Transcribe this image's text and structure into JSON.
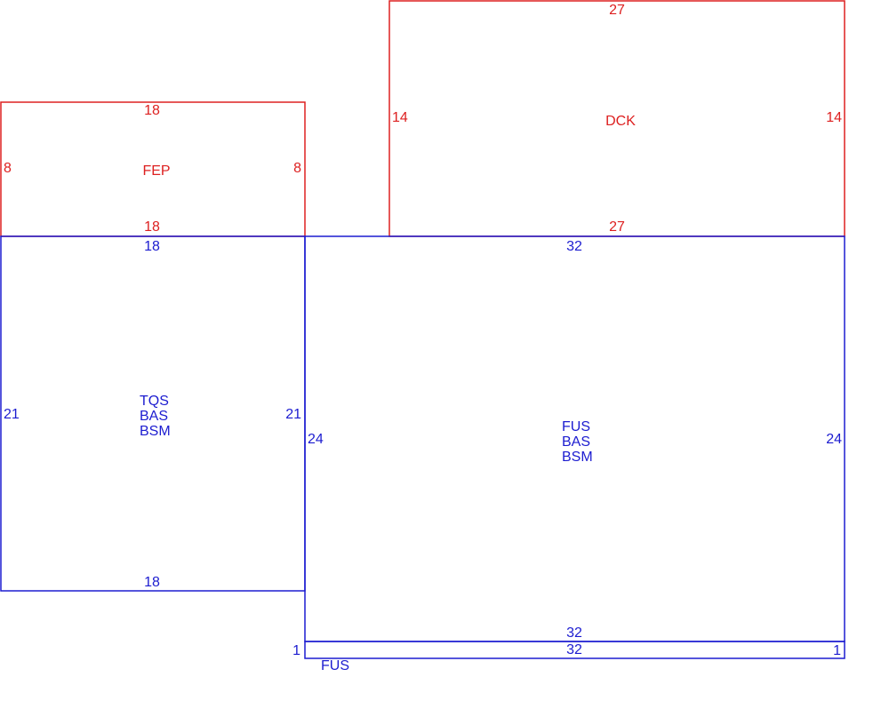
{
  "colors": {
    "upper_structure": "#dd2020",
    "base_structure": "#1c1cd0"
  },
  "areas": {
    "fep": {
      "label": "FEP",
      "top": "18",
      "bottom": "18",
      "left": "8",
      "right": "8"
    },
    "dck": {
      "label": "DCK",
      "top": "27",
      "bottom": "27",
      "left": "14",
      "right": "14"
    },
    "tqs": {
      "codes": [
        "TQS",
        "BAS",
        "BSM"
      ],
      "top": "18",
      "bottom": "18",
      "left": "21",
      "right": "21"
    },
    "fus_main": {
      "codes": [
        "FUS",
        "BAS",
        "BSM"
      ],
      "top": "32",
      "bottom": "32",
      "left": "24",
      "right": "24"
    },
    "fus_strip": {
      "label": "FUS",
      "top": "32",
      "left": "1",
      "right": "1"
    }
  }
}
